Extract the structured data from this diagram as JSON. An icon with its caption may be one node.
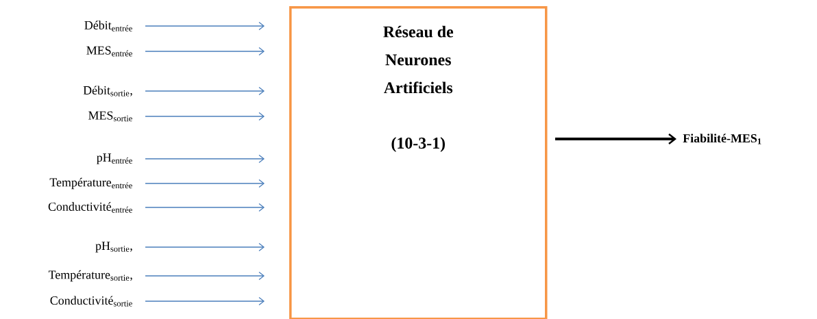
{
  "diagram": {
    "nodes": [
      {
        "text": [
          "Débit$_{entrée}$"
        ]
      },
      {
        "text": [
          "MES$_{entrée}$"
        ]
      },
      {
        "text": [
          "Débit$_{sortie}$,"
        ]
      },
      {
        "text": [
          "MES$_{sortie}$"
        ]
      },
      {
        "text": [
          "pH$_{entrée}$"
        ]
      },
      {
        "text": [
          "Température$_{entrée}$"
        ]
      },
      {
        "text": [
          "Conductivité$_{entrée}$"
        ]
      },
      {
        "text": [
          "pH$_{sortie}$,"
        ]
      },
      {
        "text": [
          "Température$_{sortie}$,"
        ]
      },
      {
        "text": [
          "Conductivité$_{sortie}$"
        ]
      },
      {
        "text": [
          "Réseau de Neurones Artificiels",
          "(10-3-1)"
        ]
      },
      {
        "text": [
          "Fiabilité-MES$_{1}$"
        ]
      }
    ],
    "edges": [
      {
        "from": 0,
        "to": 10,
        "arrow": "to"
      },
      {
        "from": 1,
        "to": 10,
        "arrow": "to"
      },
      {
        "from": 2,
        "to": 10,
        "arrow": "to"
      },
      {
        "from": 3,
        "to": 10,
        "arrow": "to"
      },
      {
        "from": 4,
        "to": 10,
        "arrow": "to"
      },
      {
        "from": 5,
        "to": 10,
        "arrow": "to"
      },
      {
        "from": 6,
        "to": 10,
        "arrow": "to"
      },
      {
        "from": 7,
        "to": 10,
        "arrow": "to"
      },
      {
        "from": 8,
        "to": 10,
        "arrow": "to"
      },
      {
        "from": 9,
        "to": 10,
        "arrow": "to"
      },
      {
        "from": 10,
        "to": 11,
        "arrow": "to",
        "style": "thick",
        "color": "#000000"
      }
    ]
  }
}
